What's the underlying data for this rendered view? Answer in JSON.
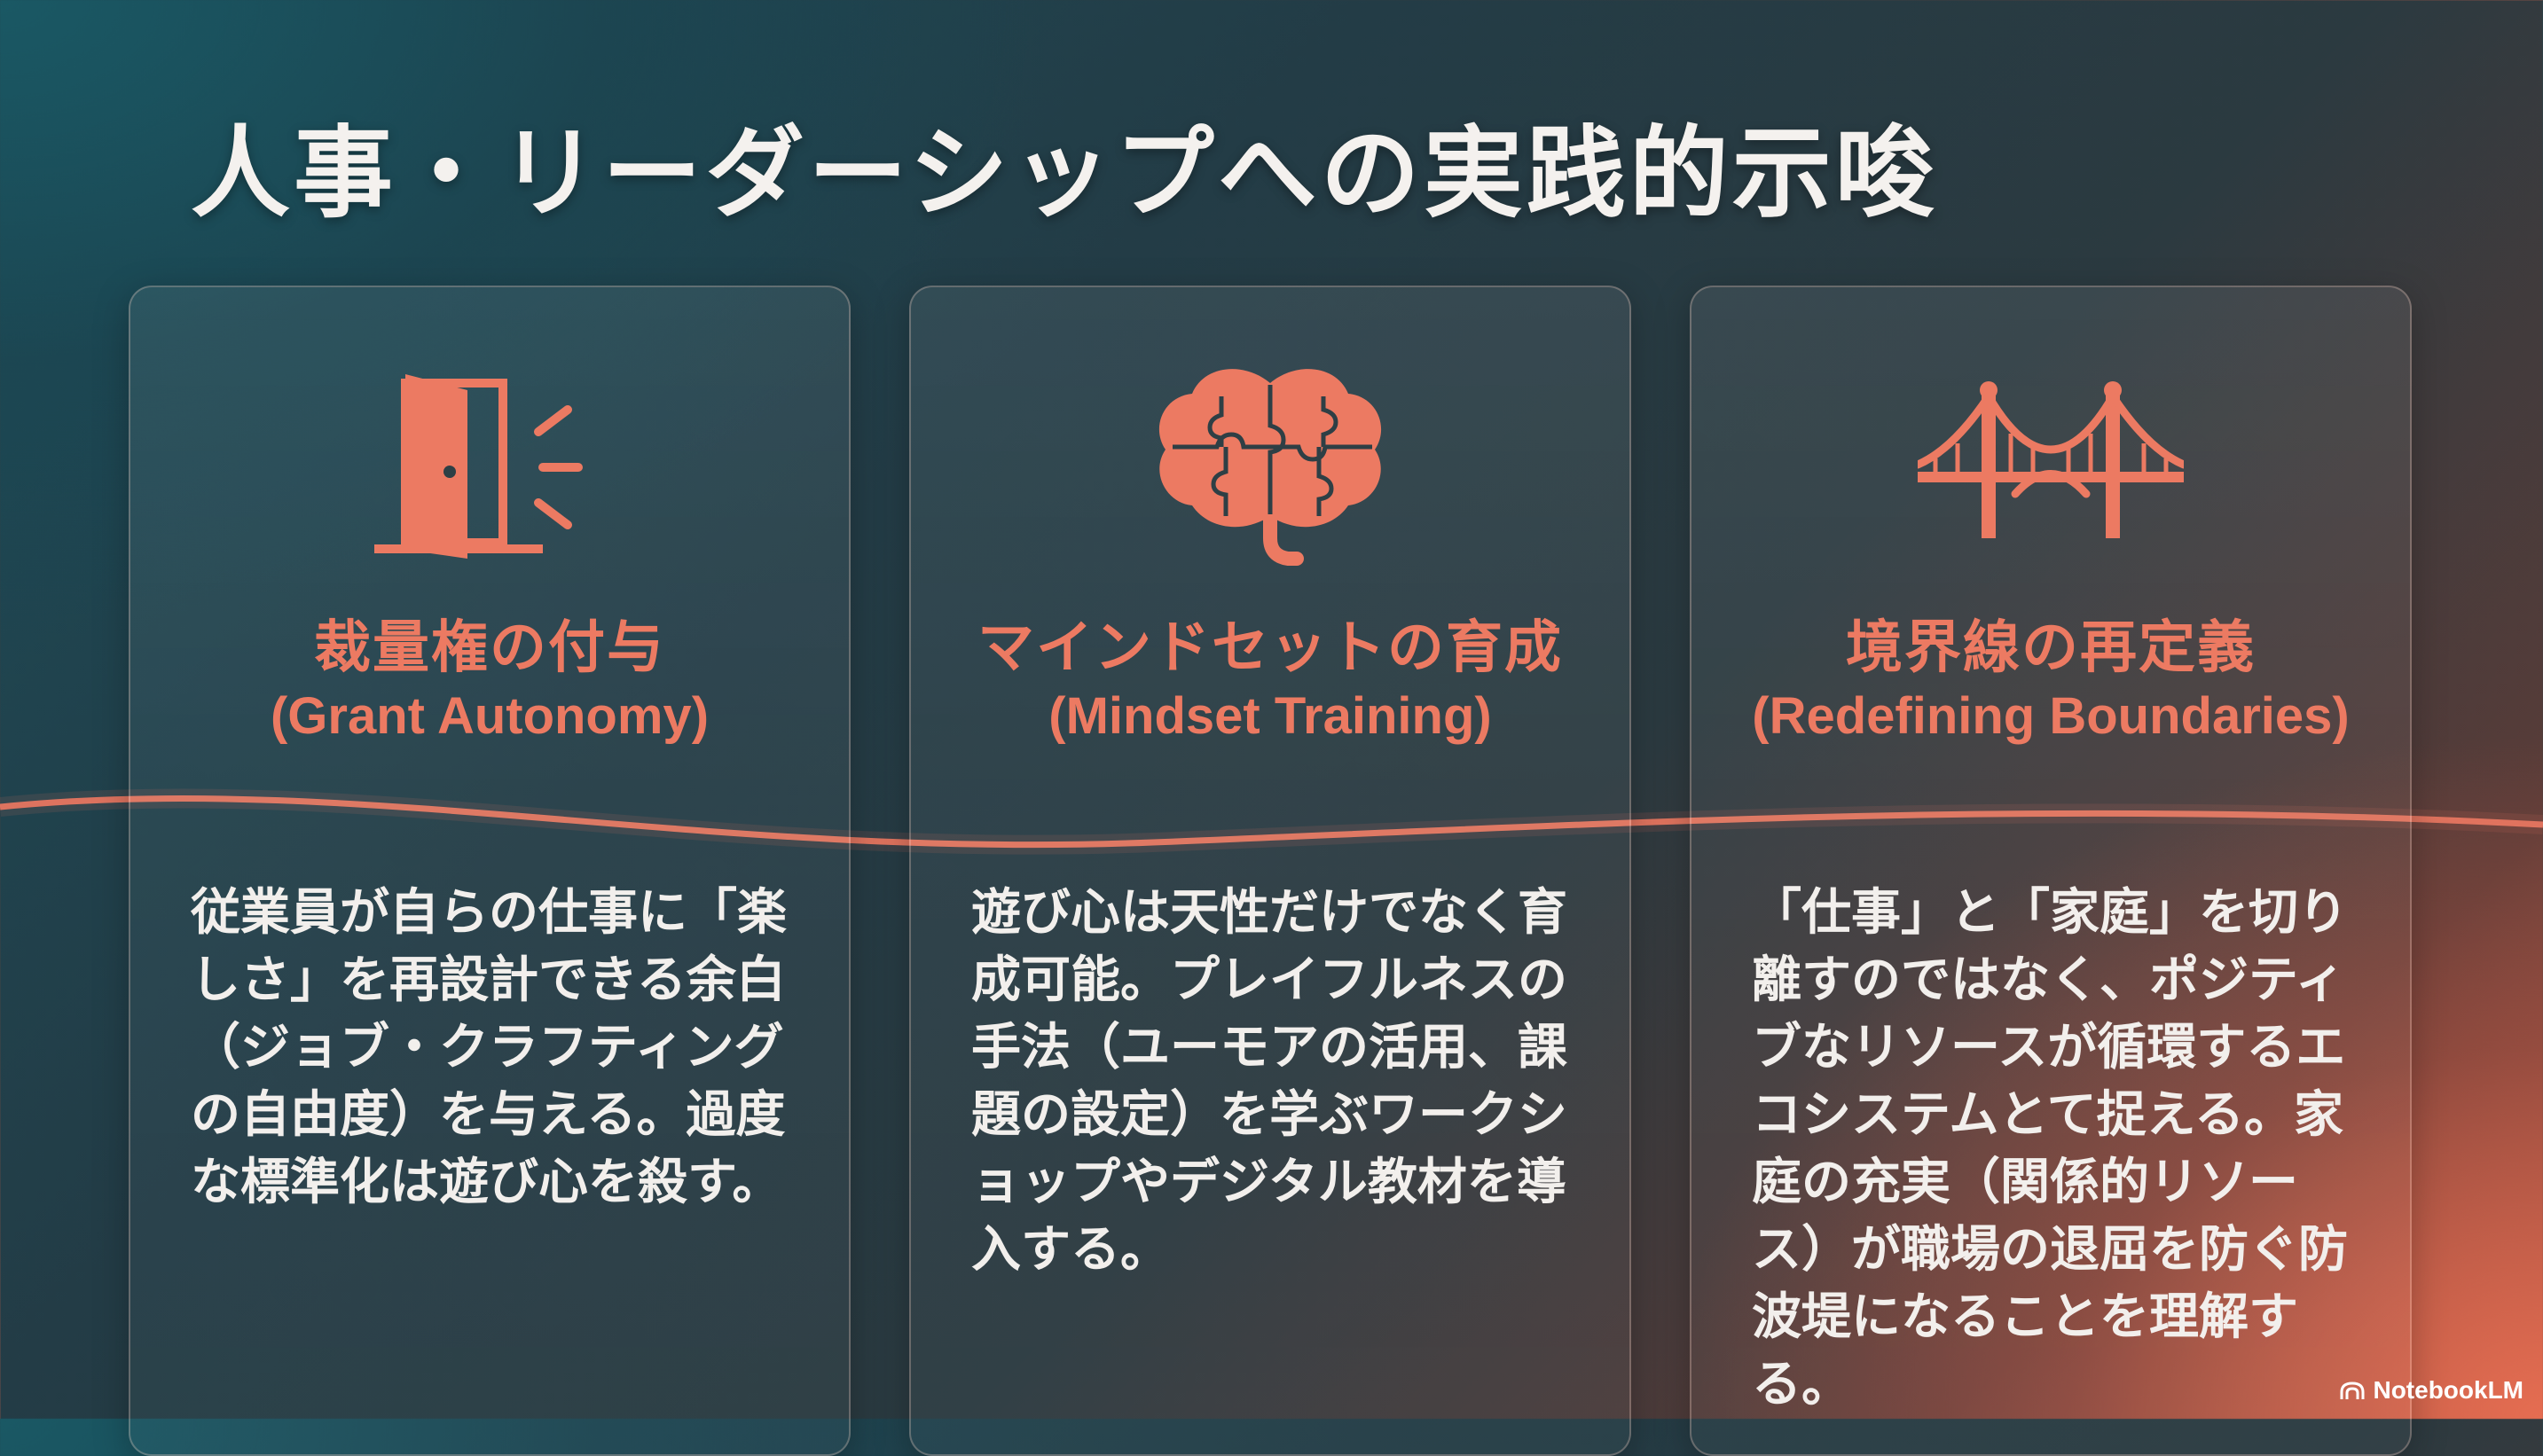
{
  "title": "人事・リーダーシップへの実践的示唆",
  "colors": {
    "accent": "#ec7a62",
    "text": "#f2efec"
  },
  "cards": [
    {
      "icon": "open-door-icon",
      "heading_jp": "裁量権の付与",
      "heading_en": "(Grant Autonomy)",
      "body": "従業員が自らの仕事に「楽しさ」を再設計できる余白（ジョブ・クラフティングの自由度）を与える。過度な標準化は遊び心を殺す。"
    },
    {
      "icon": "brain-puzzle-icon",
      "heading_jp": "マインドセットの育成",
      "heading_en": "(Mindset Training)",
      "body": "遊び心は天性だけでなく育成可能。プレイフルネスの手法（ユーモアの活用、課題の設定）を学ぶワークショップやデジタル教材を導入する。"
    },
    {
      "icon": "bridge-icon",
      "heading_jp": "境界線の再定義",
      "heading_en": "(Redefining Boundaries)",
      "body": "「仕事」と「家庭」を切り離すのではなく、ポジティブなリソースが循環するエコシステムとて捉える。家庭の充実（関係的リソース）が職場の退屈を防ぐ防波堤になることを理解する。"
    }
  ],
  "brand": {
    "label": "NotebookLM",
    "icon": "notebooklm-logo-icon"
  }
}
